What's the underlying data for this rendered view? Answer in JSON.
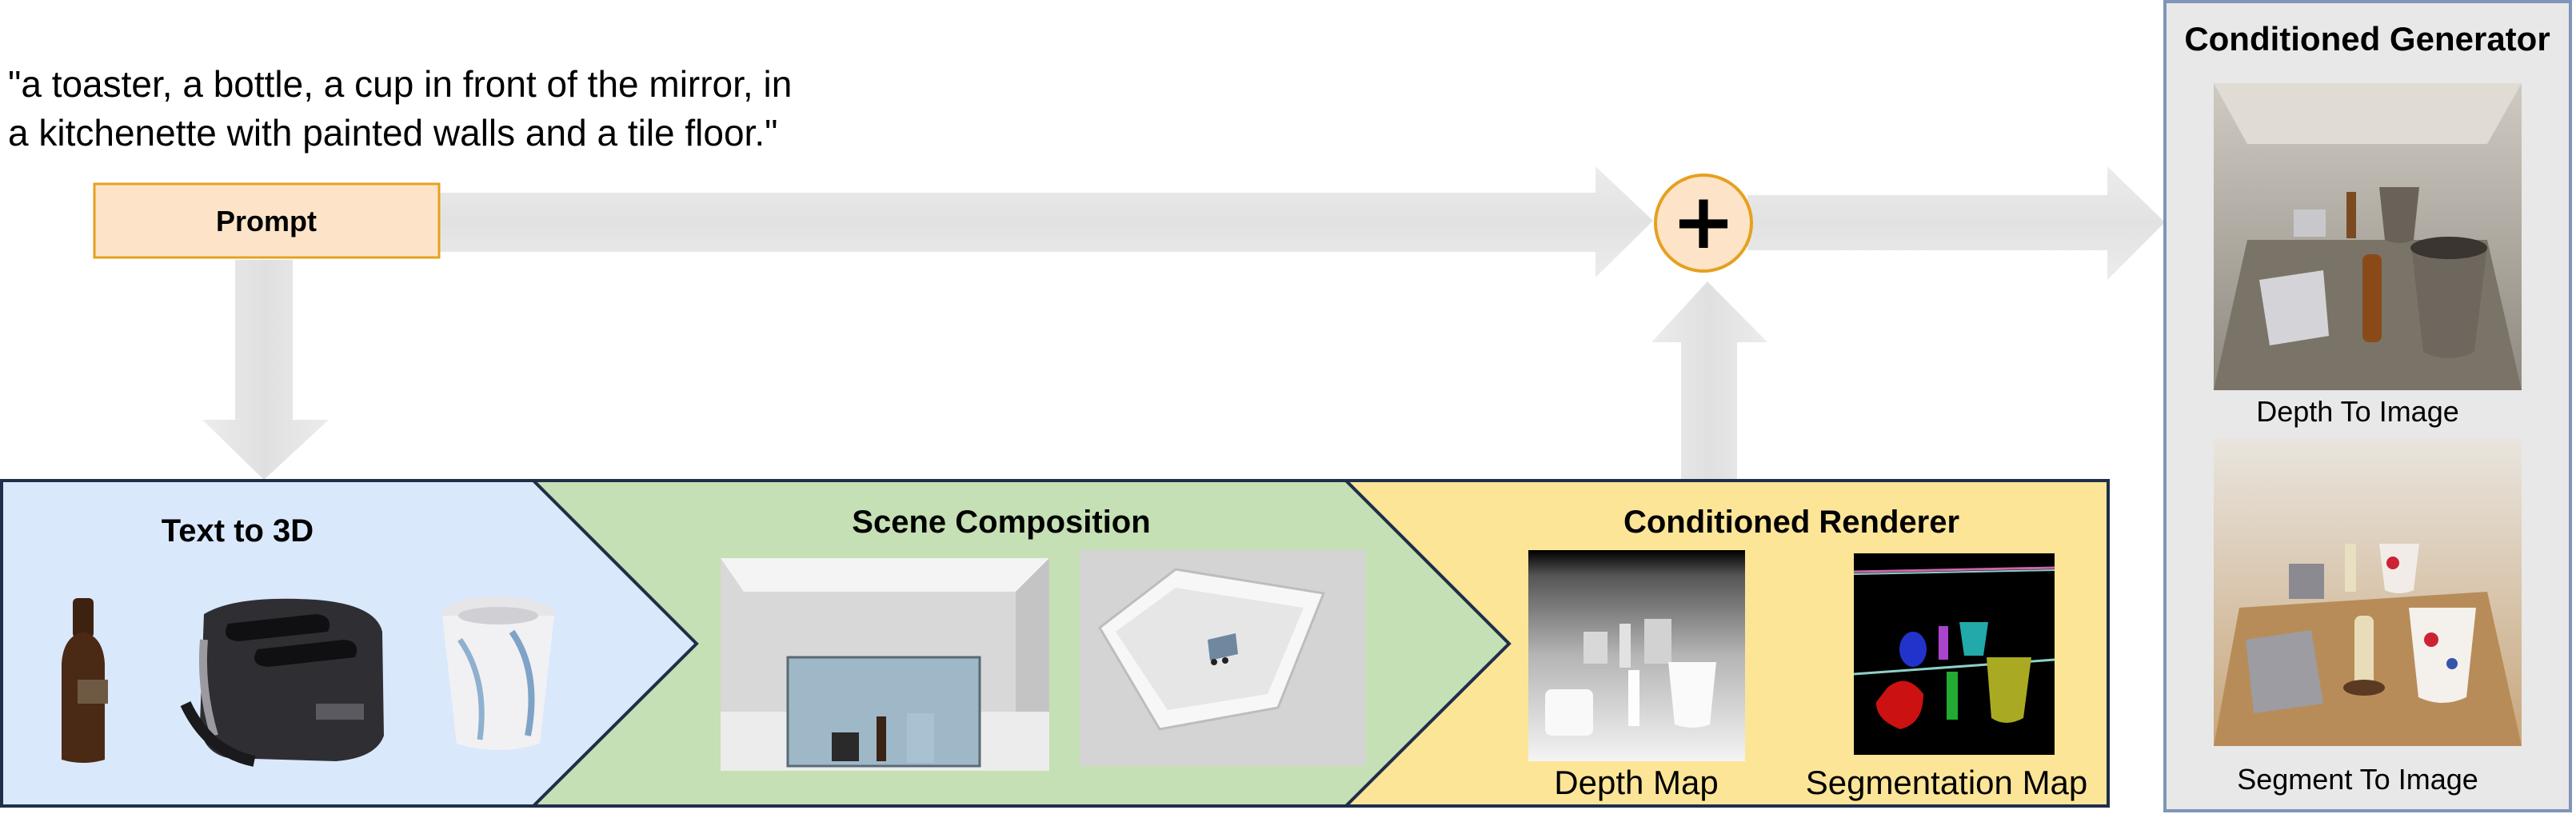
{
  "caption": {
    "line1": "\"a toaster, a bottle, a cup in front of the mirror, in",
    "line2": "a kitchenette with painted walls and a tile floor.\""
  },
  "prompt_box": {
    "label": "Prompt"
  },
  "combine": {
    "symbol": "+"
  },
  "stages": {
    "text_to_3d": {
      "title": "Text to 3D"
    },
    "scene_composition": {
      "title": "Scene Composition"
    },
    "conditioned_renderer": {
      "title": "Conditioned Renderer",
      "depth_label": "Depth Map",
      "seg_label": "Segmentation Map"
    }
  },
  "generator": {
    "title": "Conditioned Generator",
    "depth_caption": "Depth To Image",
    "seg_caption": "Segment To Image"
  },
  "colors": {
    "text_to_3d_fill": "#dae8fc",
    "scene_fill": "#c5e0b4",
    "renderer_fill": "#fde598",
    "prompt_fill": "#fde4c8",
    "prompt_border": "#e6a020",
    "arrow_gray": "#e4e4e4",
    "panel_border": "#1f2f4a",
    "generator_fill": "#e8e8e8",
    "generator_border": "#7f95b9"
  }
}
